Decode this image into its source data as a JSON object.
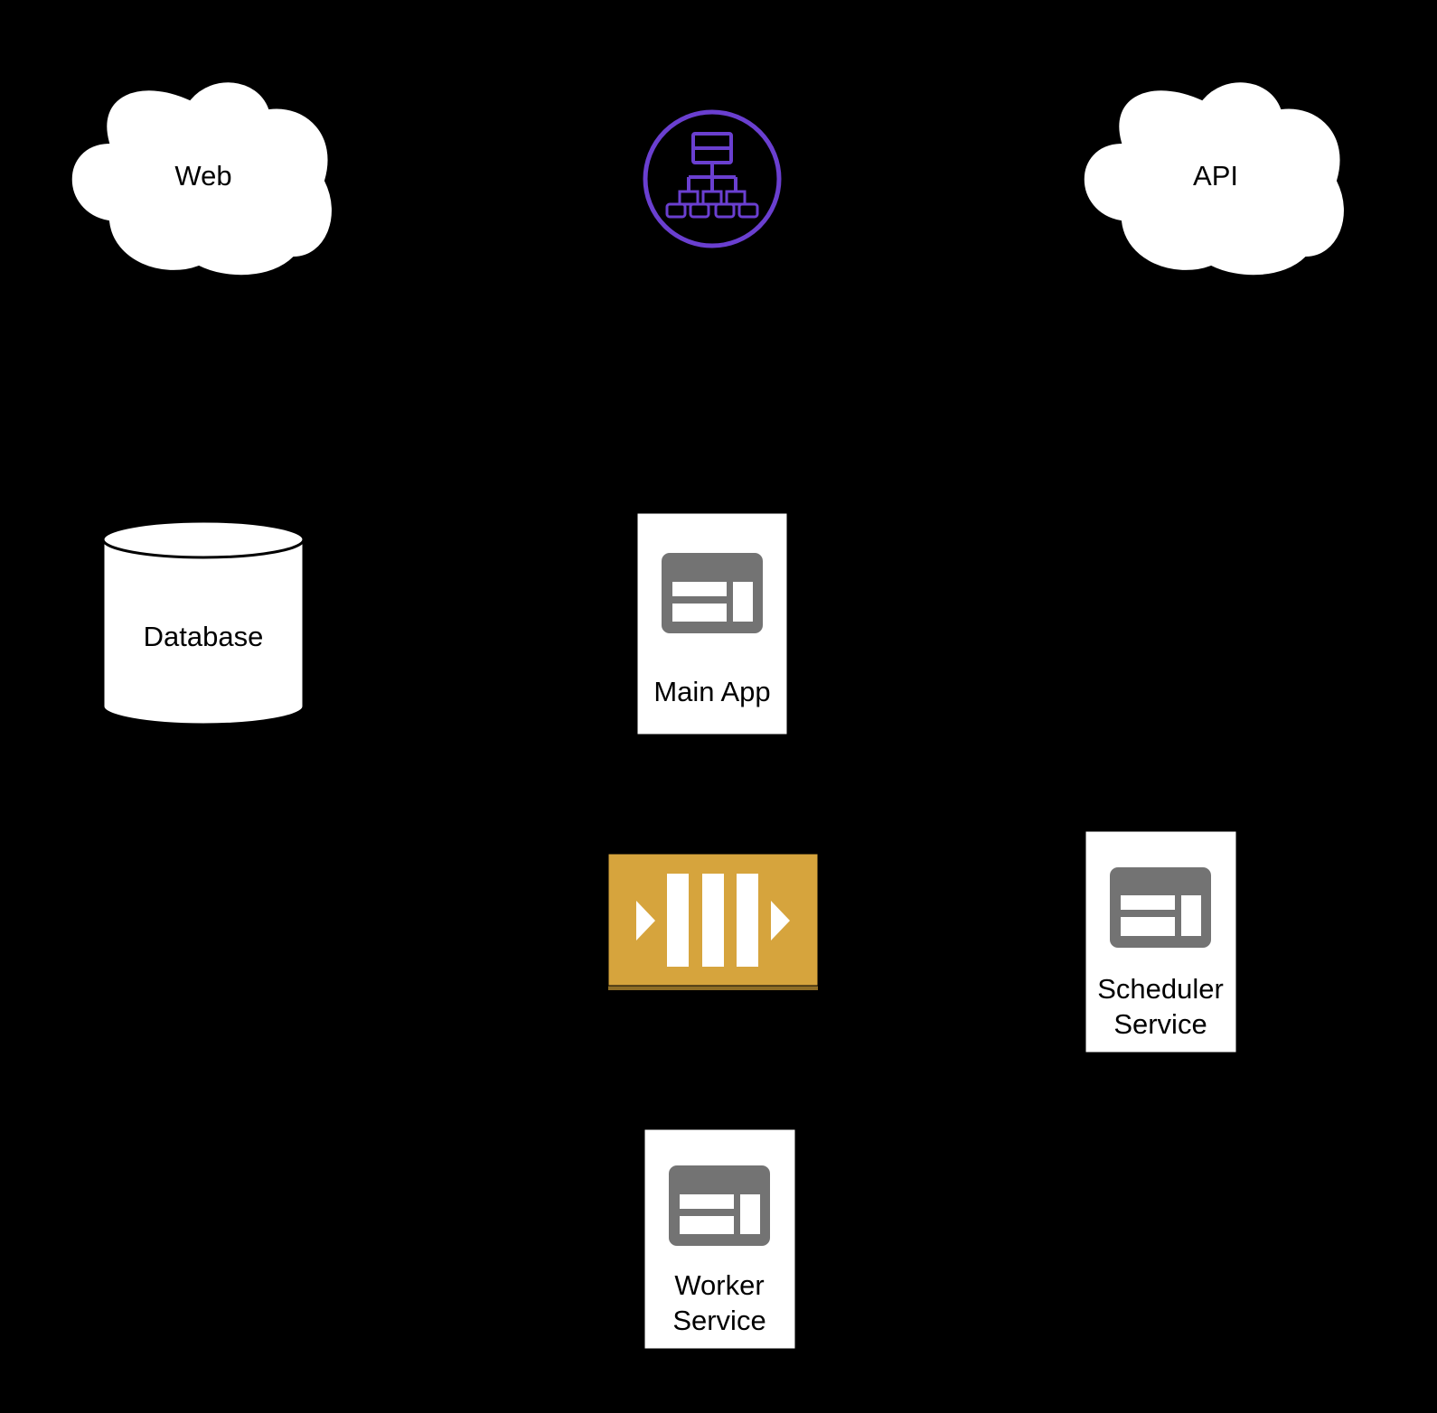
{
  "nodes": {
    "web": {
      "label": "Web",
      "kind": "cloud"
    },
    "load_balancer": {
      "kind": "load-balancer",
      "icon": "network-hierarchy-icon",
      "color": "#6A3FD0"
    },
    "api": {
      "label": "API",
      "kind": "cloud"
    },
    "database": {
      "label": "Database",
      "kind": "database-cylinder"
    },
    "main_app": {
      "label": "Main App",
      "kind": "service",
      "icon": "app-window-icon"
    },
    "queue": {
      "kind": "message-queue",
      "icon": "queue-icon",
      "color": "#D6A43D"
    },
    "scheduler": {
      "label_line1": "Scheduler",
      "label_line2": "Service",
      "kind": "service",
      "icon": "app-window-icon"
    },
    "worker": {
      "label_line1": "Worker",
      "label_line2": "Service",
      "kind": "service",
      "icon": "app-window-icon"
    }
  },
  "colors": {
    "background": "#000000",
    "node_fill": "#FFFFFF",
    "window_icon": "#737373",
    "queue_fill": "#D6A43D",
    "queue_shadow": "#8E6D26",
    "load_balancer": "#6A3FD0"
  }
}
